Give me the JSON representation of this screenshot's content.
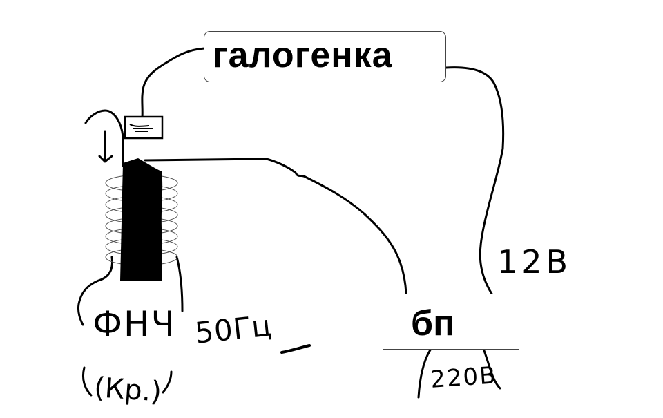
{
  "lamp": {
    "label": "галогенка"
  },
  "power_supply": {
    "label": "бп"
  },
  "coil": {
    "label": "ФНЧ",
    "frequency": "50Гц",
    "note": "(Кр.)"
  },
  "voltages": {
    "output": "12В",
    "input": "220В"
  },
  "colors": {
    "ink": "#000000",
    "box_border": "#444444",
    "background": "#ffffff"
  }
}
